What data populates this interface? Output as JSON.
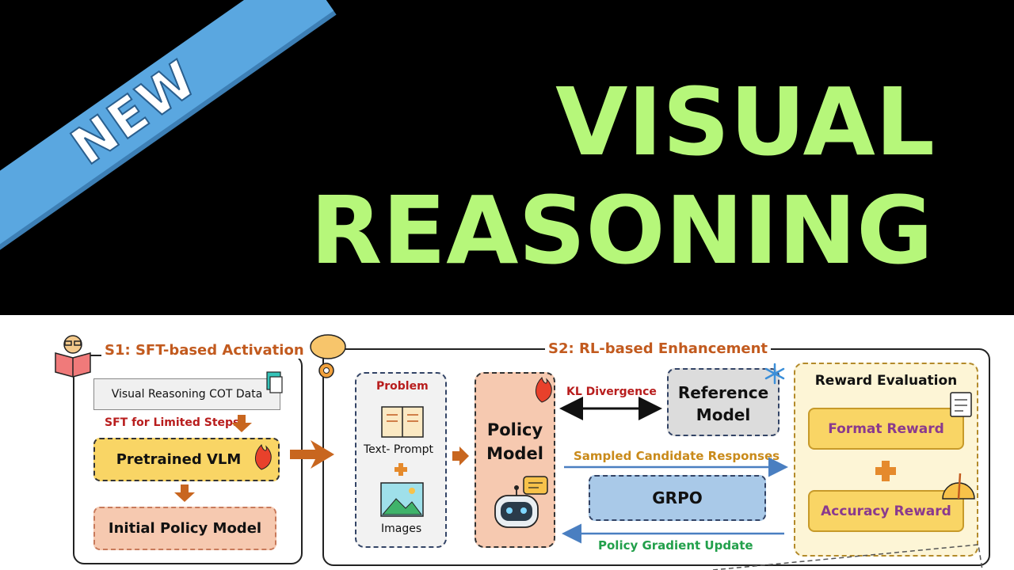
{
  "thumbnail": {
    "banner": "NEW",
    "title_line1": "VISUAL",
    "title_line2": "REASONING"
  },
  "diagram": {
    "stage1": {
      "title": "S1: SFT-based Activation",
      "cot_data": "Visual Reasoning COT Data",
      "sft_step": "SFT for Limited Steps",
      "pretrained": "Pretrained VLM",
      "initial_policy": "Initial Policy Model"
    },
    "stage2": {
      "title": "S2: RL-based Enhancement",
      "problem": "Problem",
      "text_prompt": "Text- Prompt",
      "images": "Images",
      "policy_model": "Policy Model",
      "kl_divergence": "KL Divergence",
      "reference_model": "Reference Model",
      "sampled": "Sampled Candidate Responses",
      "grpo": "GRPO",
      "policy_update": "Policy Gradient Update",
      "reward_title": "Reward Evaluation",
      "format_reward": "Format Reward",
      "accuracy_reward": "Accuracy Reward"
    }
  },
  "colors": {
    "title": "#b6f77a",
    "banner": "#5aa7e0",
    "stage_title": "#c25a1e",
    "arrow": "#c8661f",
    "reward_text": "#8a3a8e"
  }
}
